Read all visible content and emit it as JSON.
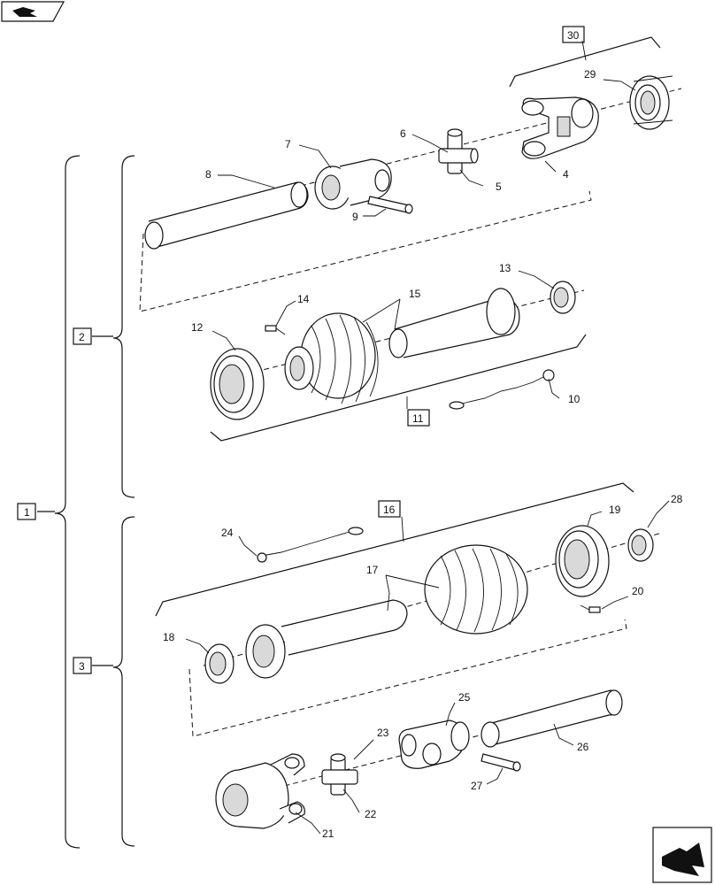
{
  "diagram": {
    "callouts": [
      "4",
      "5",
      "6",
      "7",
      "8",
      "9",
      "10",
      "12",
      "13",
      "14",
      "15",
      "17",
      "18",
      "19",
      "20",
      "21",
      "22",
      "23",
      "24",
      "25",
      "26",
      "27",
      "28",
      "29"
    ],
    "boxed_labels": [
      "1",
      "2",
      "3",
      "11",
      "16",
      "30"
    ],
    "icons": [
      "nav-back-icon",
      "nav-next-icon"
    ]
  }
}
